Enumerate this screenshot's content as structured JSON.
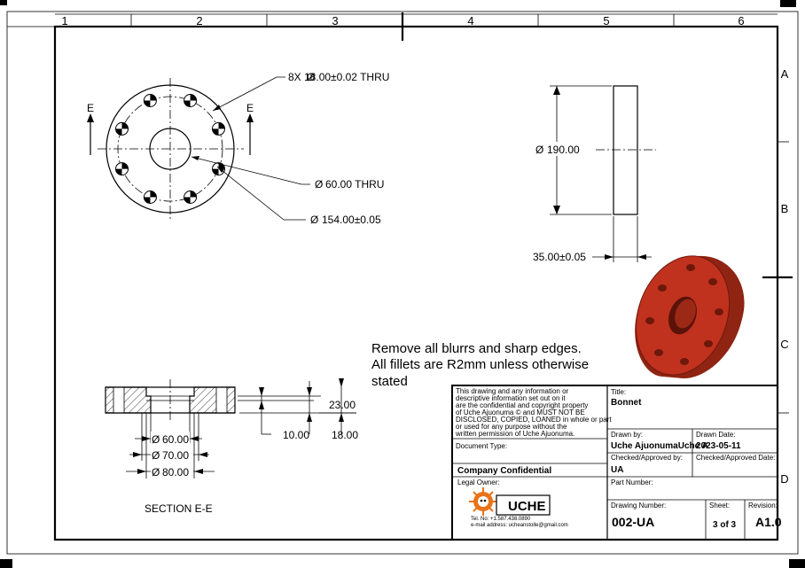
{
  "border": {
    "zones_top": [
      "1",
      "2",
      "3",
      "4",
      "5",
      "6"
    ],
    "zones_right": [
      "A",
      "B",
      "C",
      "D"
    ]
  },
  "front_view": {
    "section_marker_left": "E",
    "section_marker_right": "E",
    "hole_callout": "8X  18.00±0.02 THRU",
    "bore_callout": "60.00 THRU",
    "pcd_callout": "154.00±0.05",
    "diameter_symbol": "Ø"
  },
  "side_view": {
    "od_callout": "190.00",
    "thickness_callout": "35.00±0.05"
  },
  "section_view": {
    "label": "SECTION E-E",
    "dim_60": "60.00",
    "dim_70": "70.00",
    "dim_80": "80.00",
    "dim_23": "23.00",
    "dim_10": "10.00",
    "dim_18": "18.00"
  },
  "notes": {
    "line1": "Remove all blurrs and sharp edges.",
    "line2": "All fillets are R2mm unless otherwise",
    "line3": "stated"
  },
  "title_block": {
    "confidential_lines": [
      "This drawing and any information or",
      "descriptive information set out on it",
      "are the confidential and copyright property",
      "of Uche Ajuonuma © and MUST NOT BE",
      "DISCLOSED, COPIED, LOANED in whole or part",
      "or used for any purpose without the",
      "written permission of Uche Ajuonuma."
    ],
    "title_label": "Title:",
    "title_value": "Bonnet",
    "drawn_by_label": "Drawn by:",
    "drawn_by_value": "Uche AjuonumaUche A",
    "drawn_date_label": "Drawn Date:",
    "drawn_date_value": "2023-05-11",
    "document_type_label": "Document Type:",
    "checked_by_label": "Checked/Approved by:",
    "checked_by_value": "UA",
    "checked_date_label": "Checked/Approved Date:",
    "company_confidential": "Company Confidential",
    "part_number_label": "Part Number:",
    "legal_owner_label": "Legal Owner:",
    "logo_word": "UCHE",
    "logo_tel": "Tel. No: +1.587.438.0890",
    "logo_email": "e-mail address: ucheanstolle@gmail.com",
    "drawing_number_label": "Drawing Number:",
    "drawing_number_value": "002-UA",
    "sheet_label": "Sheet:",
    "sheet_value": "3 of 3",
    "revision_label": "Revision:",
    "revision_value": "A1.0"
  },
  "colors": {
    "part_red": "#c0321e",
    "part_dark": "#7e1d10",
    "logo_orange": "#e8731a"
  }
}
